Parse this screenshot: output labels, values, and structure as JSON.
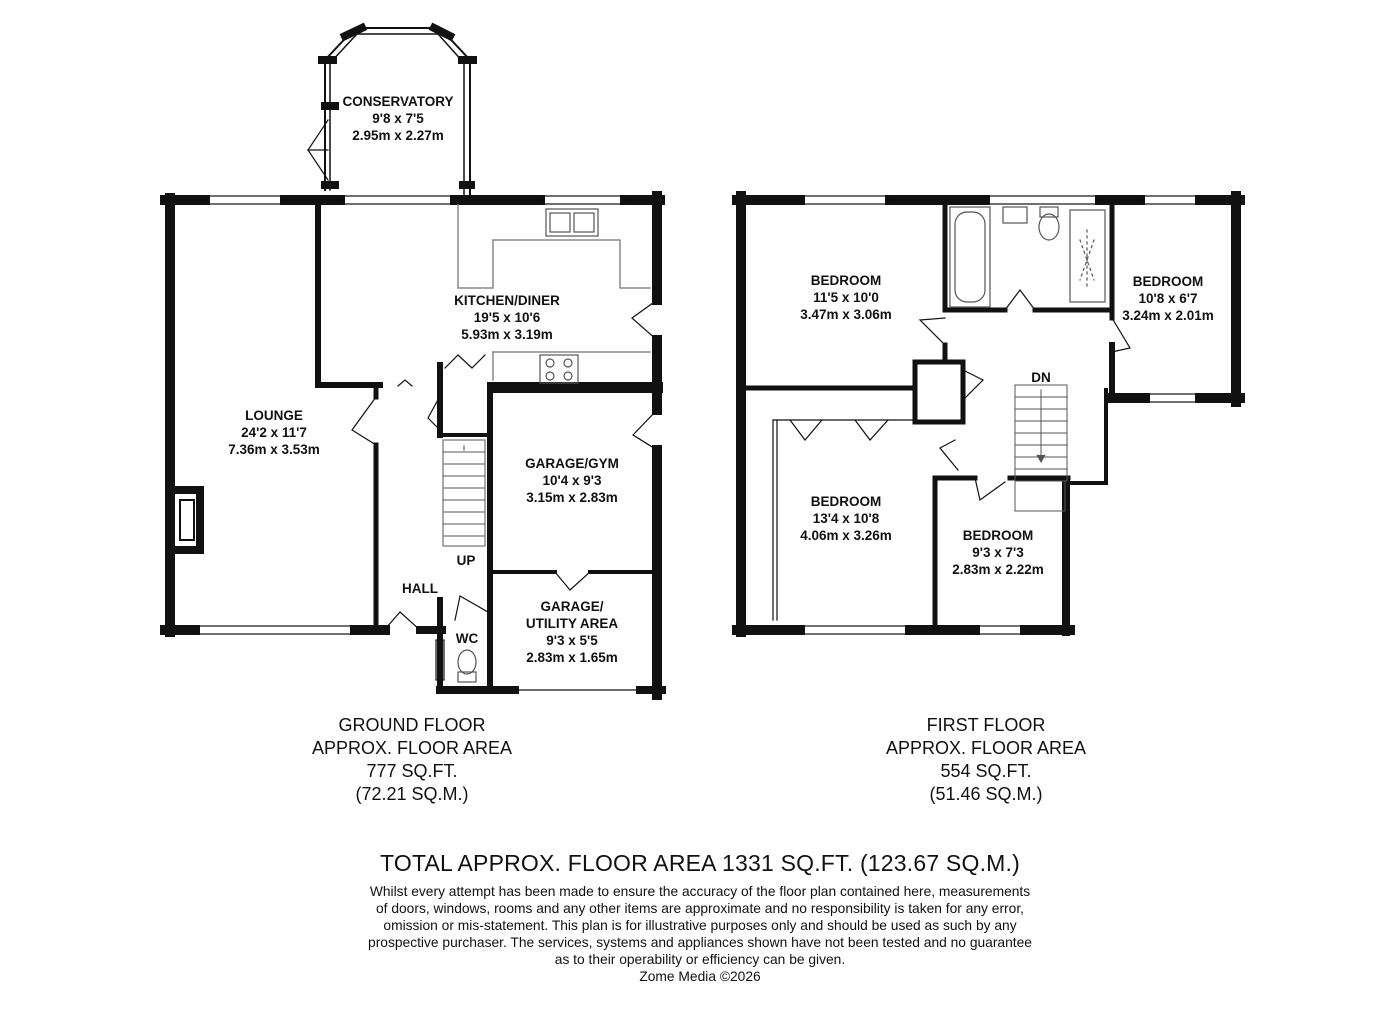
{
  "rooms": [
    {
      "name": "CONSERVATORY",
      "dim_imperial": "9'8 x 7'5",
      "dim_metric": "2.95m x 2.27m"
    },
    {
      "name": "KITCHEN/DINER",
      "dim_imperial": "19'5 x 10'6",
      "dim_metric": "5.93m x 3.19m"
    },
    {
      "name": "LOUNGE",
      "dim_imperial": "24'2 x 11'7",
      "dim_metric": "7.36m x 3.53m"
    },
    {
      "name": "GARAGE/GYM",
      "dim_imperial": "10'4 x 9'3",
      "dim_metric": "3.15m x 2.83m"
    },
    {
      "name": "GARAGE/",
      "name2": "UTILITY AREA",
      "dim_imperial": "9'3 x 5'5",
      "dim_metric": "2.83m x 1.65m"
    },
    {
      "name": "BEDROOM",
      "dim_imperial": "11'5 x 10'0",
      "dim_metric": "3.47m x 3.06m"
    },
    {
      "name": "BEDROOM",
      "dim_imperial": "10'8 x 6'7",
      "dim_metric": "3.24m x 2.01m"
    },
    {
      "name": "BEDROOM",
      "dim_imperial": "13'4 x 10'8",
      "dim_metric": "4.06m x 3.26m"
    },
    {
      "name": "BEDROOM",
      "dim_imperial": "9'3 x 7'3",
      "dim_metric": "2.83m x 2.22m"
    }
  ],
  "small_labels": {
    "hall": "HALL",
    "wc": "WC",
    "up": "UP",
    "dn": "DN"
  },
  "ground_floor": {
    "line1": "GROUND FLOOR",
    "line2": "APPROX. FLOOR AREA",
    "line3": "777 SQ.FT.",
    "line4": "(72.21 SQ.M.)"
  },
  "first_floor": {
    "line1": "FIRST FLOOR",
    "line2": "APPROX. FLOOR AREA",
    "line3": "554 SQ.FT.",
    "line4": "(51.46 SQ.M.)"
  },
  "total": "TOTAL APPROX. FLOOR AREA 1331 SQ.FT. (123.67 SQ.M.)",
  "disclaimer": [
    "Whilst every attempt has been made to ensure the accuracy of the floor plan contained here, measurements",
    "of doors, windows, rooms and any other items are approximate and no responsibility is taken for any error,",
    "omission or mis-statement. This plan is for illustrative purposes only and should be used as such by any",
    "prospective purchaser. The services, systems and appliances shown have not been tested and no guarantee",
    "as to their operability or efficiency can be given.",
    "Zome Media ©2026"
  ],
  "colors": {
    "wall": "#111111",
    "fixture": "#7a7a7a",
    "background": "#ffffff"
  }
}
